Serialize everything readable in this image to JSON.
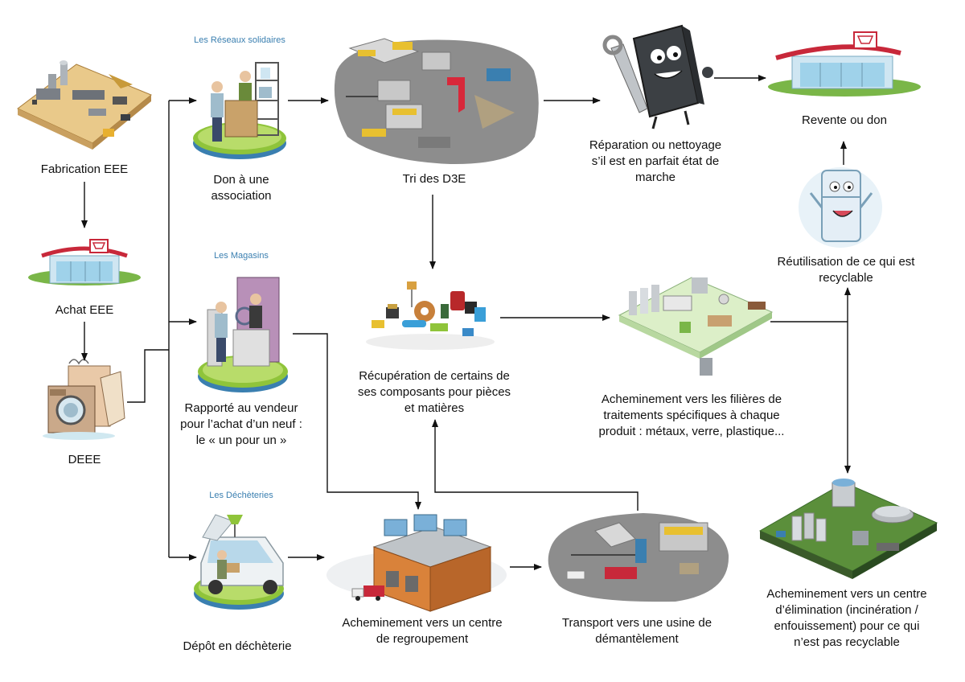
{
  "colors": {
    "arrow": "#111111",
    "platform_green": "#8fc43a",
    "platform_blue": "#3a7fb0",
    "ground_gray": "#8d8d8d",
    "factory_tan": "#e9c98a",
    "brick_orange": "#d9823a",
    "grass_green": "#5b8f3b"
  },
  "sections": {
    "reseaux": "Les Réseaux solidaires",
    "magasins": "Les Magasins",
    "decheteries": "Les Déchèteries"
  },
  "nodes": {
    "fabrication": {
      "label": "Fabrication EEE",
      "icon": "factory-icon"
    },
    "achat": {
      "label": "Achat EEE",
      "icon": "shop-icon"
    },
    "deee": {
      "label": "DEEE",
      "icon": "broken-appliances-icon"
    },
    "don": {
      "label": "Don à une\nassociation",
      "icon": "charity-desk-icon"
    },
    "rapporte": {
      "label": "Rapporté au vendeur\npour l’achat d’un neuf  :\nle « un pour un »",
      "icon": "store-counter-icon"
    },
    "depot": {
      "label": "Dépôt en déchèterie",
      "icon": "car-dropoff-icon"
    },
    "tri": {
      "label": "Tri des D3E",
      "icon": "sorting-plant-icon"
    },
    "recuperation": {
      "label": "Récupération de certains de\nses composants pour pièces\net matières",
      "icon": "electronic-components-icon"
    },
    "regroupement": {
      "label": "Acheminement vers un centre\nde regroupement",
      "icon": "warehouse-icon"
    },
    "demantelement": {
      "label": "Transport vers une usine de\ndémantèlement",
      "icon": "dismantling-plant-icon"
    },
    "reparation": {
      "label": "Réparation ou nettoyage\ns’il est en parfait état de\nmarche",
      "icon": "computer-wrench-icon"
    },
    "revente": {
      "label": "Revente ou don",
      "icon": "shop-icon"
    },
    "reutilisation": {
      "label": "Réutilisation de ce qui est\nrecyclable",
      "icon": "fridge-mascot-icon"
    },
    "filieres": {
      "label": "Acheminement vers les filières de\ntraitements spécifiques à chaque\nproduit : métaux, verre, plastique...",
      "icon": "treatment-plant-icon"
    },
    "elimination": {
      "label": "Acheminement vers un centre\nd’élimination (incinération /\nenfouissement) pour ce qui\nn’est pas recyclable",
      "icon": "incineration-plant-icon"
    }
  }
}
